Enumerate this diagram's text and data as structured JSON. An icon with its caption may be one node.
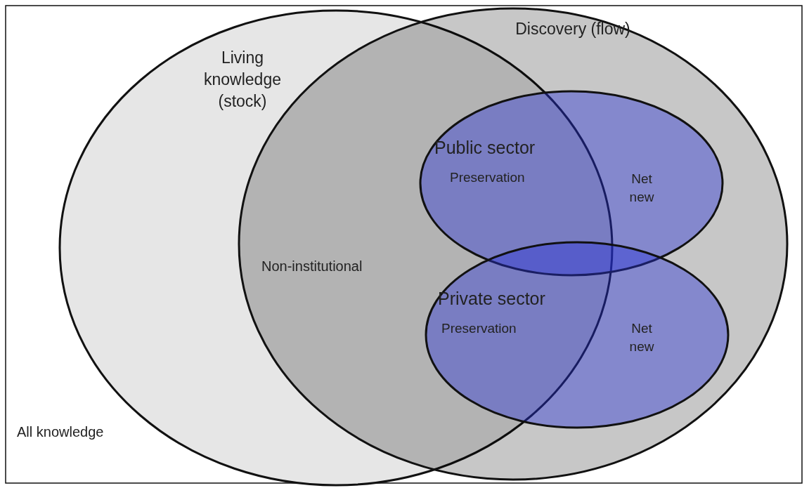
{
  "diagram": {
    "nodes": [
      {
        "text": [
          "All knowledge"
        ]
      },
      {
        "text": [
          "Living knowledge (stock)"
        ],
        "in": 0
      },
      {
        "text": [
          "Discovery (flow)"
        ],
        "in": 0
      },
      {
        "text": [
          "Public sector",
          "Preservation",
          "Net new"
        ],
        "in": 2
      },
      {
        "text": [
          "Private sector",
          "Preservation",
          "Net new"
        ],
        "in": 2
      }
    ],
    "edges": [],
    "labels": [
      "Non-institutional"
    ]
  }
}
